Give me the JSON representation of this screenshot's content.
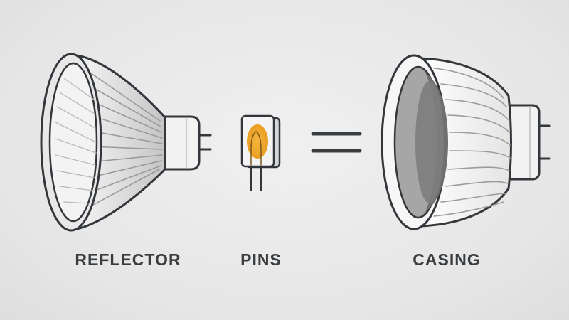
{
  "labels": {
    "reflector": "REFLECTOR",
    "pins": "PINS",
    "casing": "CASING"
  },
  "colors": {
    "outline": "#33373b",
    "reflector_body": "#dcdcdc",
    "reflector_inner": "#efefef",
    "casing_body": "#f3f3f3",
    "casing_inner_dark": "#7d7d7d",
    "casing_inner_mid": "#a9a9a9",
    "filament_glow": "#f0a830",
    "text": "#3a3d40",
    "background": "#e9e9e9"
  },
  "icons": [
    "reflector-bulb-icon",
    "pins-capsule-icon",
    "equals-sign-icon",
    "casing-bulb-icon"
  ]
}
